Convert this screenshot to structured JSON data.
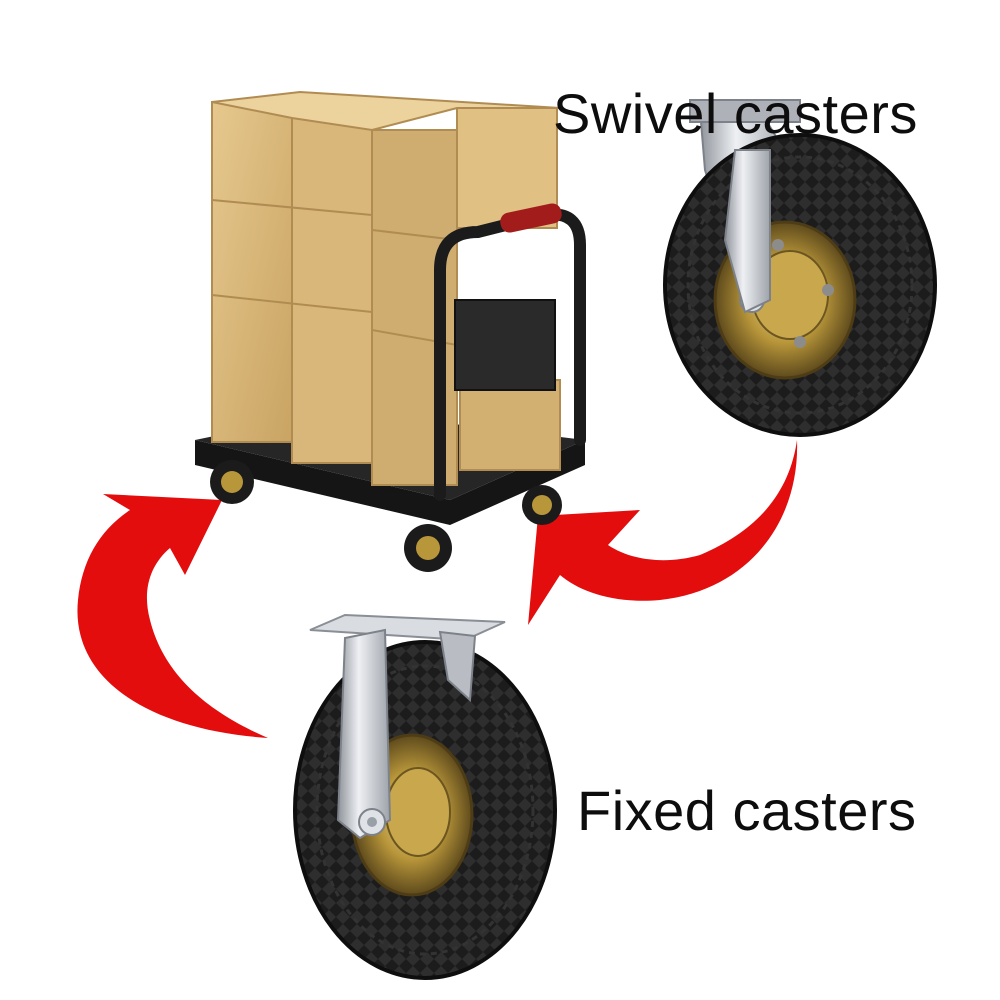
{
  "labels": {
    "swivel": "Swivel casters",
    "fixed": "Fixed casters"
  },
  "colors": {
    "arrow": "#e30d0d",
    "box": "#d7b57a",
    "tire": "#1b1b1b",
    "hub": "#b8963a",
    "bracket": "#c9ccd1",
    "handle_grip": "#a31c1c"
  },
  "icons": [
    "hand-truck-with-boxes",
    "swivel-caster-wheel",
    "fixed-caster-wheel",
    "red-curved-arrow"
  ]
}
